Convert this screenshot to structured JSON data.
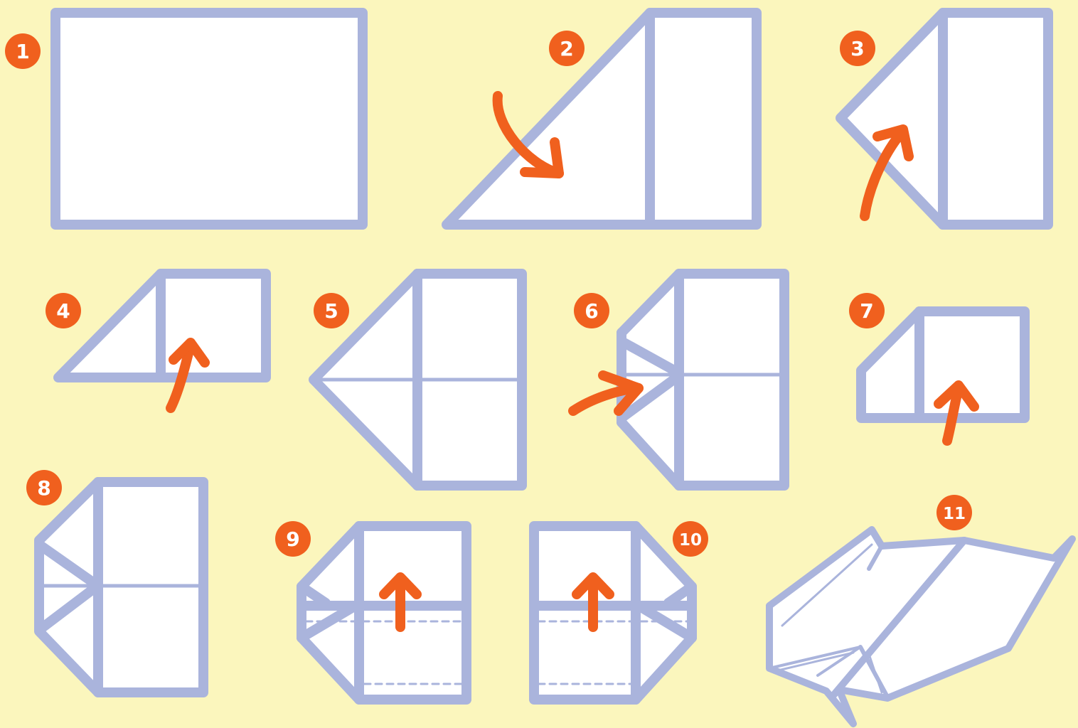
{
  "colors": {
    "background": "#fbf6bd",
    "paper": "#ffffff",
    "outline": "#aab4dc",
    "accent": "#f0601e",
    "badge_text": "#ffffff"
  },
  "steps": [
    {
      "number": "1",
      "arrow": "none"
    },
    {
      "number": "2",
      "arrow": "curved-down-right"
    },
    {
      "number": "3",
      "arrow": "curved-up-right"
    },
    {
      "number": "4",
      "arrow": "curved-up"
    },
    {
      "number": "5",
      "arrow": "none"
    },
    {
      "number": "6",
      "arrow": "curved-right"
    },
    {
      "number": "7",
      "arrow": "curved-up"
    },
    {
      "number": "8",
      "arrow": "none"
    },
    {
      "number": "9",
      "arrow": "straight-up"
    },
    {
      "number": "10",
      "arrow": "straight-up"
    },
    {
      "number": "11",
      "arrow": "none"
    }
  ]
}
